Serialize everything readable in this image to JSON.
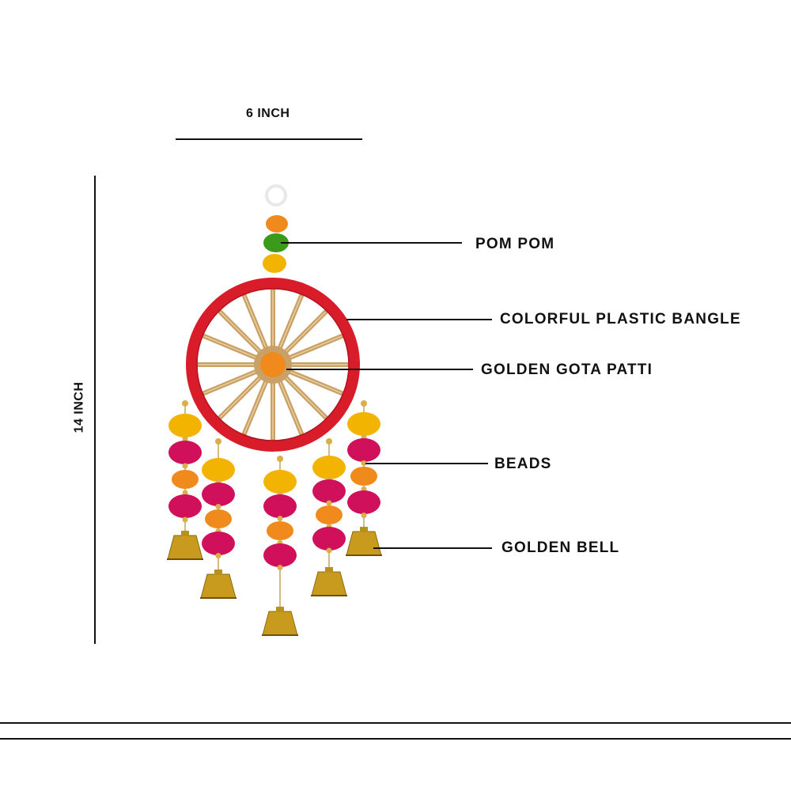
{
  "dimensions": {
    "width_label": "6 INCH",
    "height_label": "14 INCH"
  },
  "callouts": [
    {
      "id": "pompom",
      "label": "POM POM"
    },
    {
      "id": "bangle",
      "label": "COLORFUL PLASTIC BANGLE"
    },
    {
      "id": "gota",
      "label": "GOLDEN GOTA PATTI"
    },
    {
      "id": "beads",
      "label": "BEADS"
    },
    {
      "id": "bell",
      "label": "GOLDEN BELL"
    }
  ],
  "colors": {
    "bangle_red": "#d91c2a",
    "gota_gold": "#c9a066",
    "pompom_yellow": "#f2b400",
    "pompom_orange": "#f08a1c",
    "pompom_green": "#3a9a1a",
    "pompom_magenta": "#d0105a",
    "bell_gold": "#c89a1e",
    "line_black": "#111111"
  }
}
